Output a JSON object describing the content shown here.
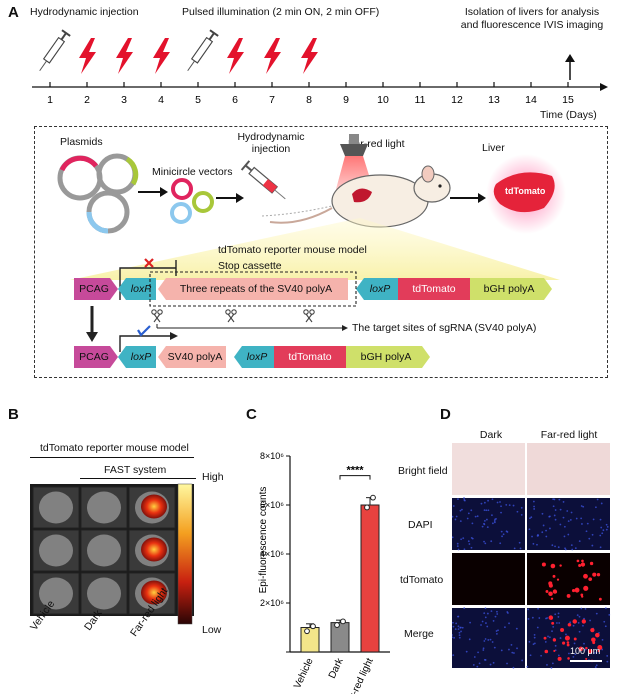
{
  "panels": {
    "a": "A",
    "b": "B",
    "c": "C",
    "d": "D"
  },
  "timeline": {
    "hydro_label": "Hydrodynamic injection",
    "pulse_label": "Pulsed illumination (2 min ON, 2 min OFF)",
    "isolation_label_1": "Isolation of livers for analysis",
    "isolation_label_2": "and fluorescence IVIS imaging",
    "axis_label": "Time (Days)",
    "days": [
      "1",
      "2",
      "3",
      "4",
      "5",
      "6",
      "7",
      "8",
      "9",
      "10",
      "11",
      "12",
      "13",
      "14",
      "15"
    ],
    "syringe_days": [
      1,
      5
    ],
    "light_days": [
      2,
      3,
      4,
      6,
      7,
      8
    ]
  },
  "schematic": {
    "plasmids": "Plasmids",
    "minicircle": "Minicircle vectors",
    "hydro_1": "Hydrodynamic",
    "hydro_2": "injection",
    "farred": "Far-red light",
    "liver": "Liver",
    "liver_label": "tdTomato",
    "mouse_model": "tdTomato reporter mouse model",
    "stop_cassette": "Stop cassette",
    "pcag": "PCAG",
    "loxp": "loxP",
    "repeats": "Three repeats of the SV40 polyA",
    "tdtomato": "tdTomato",
    "bgh": "bGH polyA",
    "sv40": "SV40 polyA",
    "target_sites": "The target sites of sgRNA (SV40 polyA)"
  },
  "panel_b": {
    "title": "tdTomato reporter mouse model",
    "fast": "FAST system",
    "high": "High",
    "low": "Low",
    "columns": [
      "Vehicle",
      "Dark",
      "Far-red light"
    ]
  },
  "chart_data": {
    "type": "bar",
    "categories": [
      "Vehicle",
      "Dark",
      "Far-red light"
    ],
    "values": [
      1000000,
      1200000,
      6000000
    ],
    "errors": [
      150000,
      100000,
      300000
    ],
    "points": [
      [
        850000,
        1050000
      ],
      [
        1100000,
        1250000
      ],
      [
        5900000,
        6300000
      ]
    ],
    "colors": [
      "#f3e58a",
      "#8a8a8a",
      "#e8423f"
    ],
    "ylabel": "Epi-fluorescence counts",
    "ylim": [
      0,
      8000000
    ],
    "yticks": [
      0,
      2000000,
      4000000,
      6000000,
      8000000
    ],
    "ytick_labels": [
      "",
      "2×10⁶",
      "4×10⁶",
      "6×10⁶",
      "8×10⁶"
    ],
    "significance": "****"
  },
  "panel_d": {
    "columns": [
      "Dark",
      "Far-red light"
    ],
    "rows": [
      "Bright field",
      "DAPI",
      "tdTomato",
      "Merge"
    ],
    "scale": "100 μm"
  }
}
